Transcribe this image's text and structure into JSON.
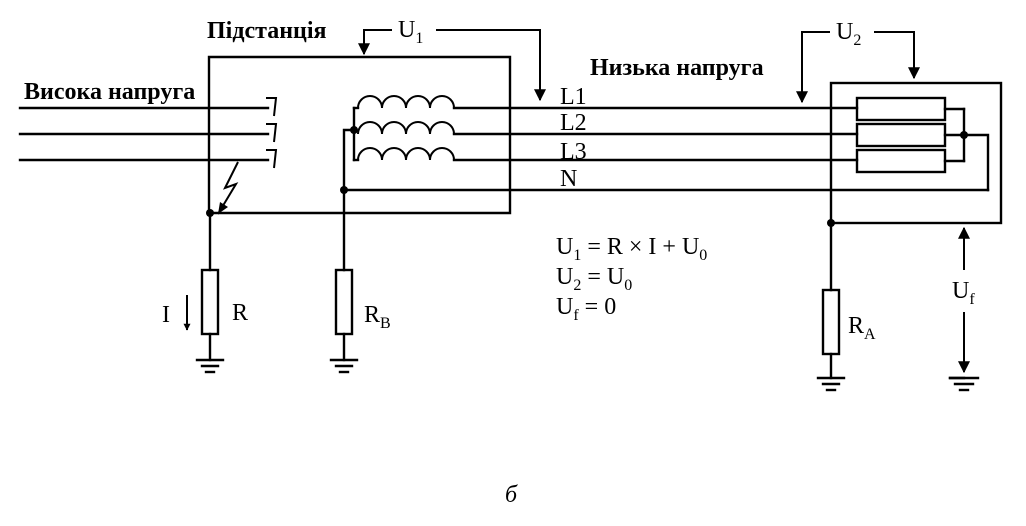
{
  "labels": {
    "substation": "Підстанція",
    "high_voltage": "Висока напруга",
    "low_voltage": "Низька напруга",
    "line_l1": "L1",
    "line_l2": "L2",
    "line_l3": "L3",
    "line_n": "N",
    "current": "I",
    "resistor_r": "R",
    "resistor_rb": "R",
    "resistor_rb_sub": "B",
    "resistor_ra": "R",
    "resistor_ra_sub": "A",
    "u1": "U",
    "u1_sub": "1",
    "u2": "U",
    "u2_sub": "2",
    "uf": "U",
    "uf_sub": "f"
  },
  "equations": [
    {
      "lhs": "U",
      "lhs_sub": "1",
      "rhs": " = R × I + U",
      "rhs_sub": "0"
    },
    {
      "lhs": "U",
      "lhs_sub": "2",
      "rhs": " = U",
      "rhs_sub": "0"
    },
    {
      "lhs": "U",
      "lhs_sub": "f",
      "rhs": " = 0",
      "rhs_sub": ""
    }
  ],
  "caption": "б"
}
